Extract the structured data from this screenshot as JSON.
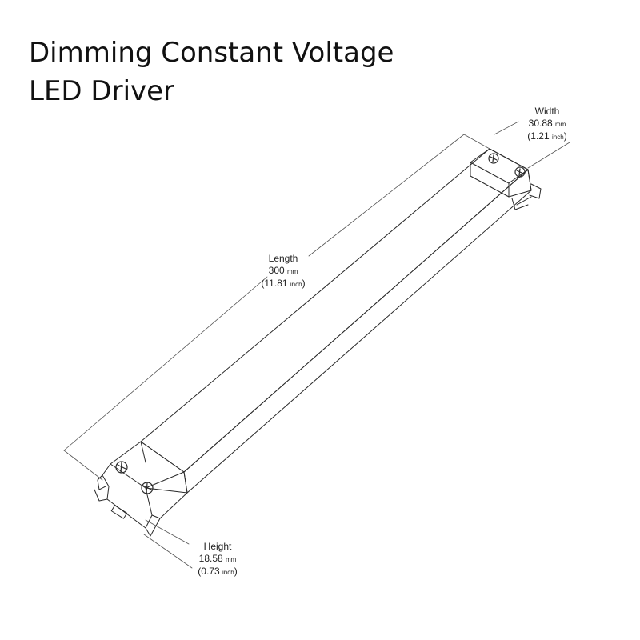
{
  "title": {
    "line1": "Dimming Constant Voltage",
    "line2": "LED Driver"
  },
  "dimensions": {
    "width": {
      "label": "Width",
      "value": "30.88",
      "unit": "mm",
      "alt_value": "(1.21",
      "alt_unit": "inch",
      "alt_close": ")"
    },
    "length": {
      "label": "Length",
      "value": "300",
      "unit": "mm",
      "alt_value": "(11.81",
      "alt_unit": "inch",
      "alt_close": ")"
    },
    "height": {
      "label": "Height",
      "value": "18.58",
      "unit": "mm",
      "alt_value": "(0.73",
      "alt_unit": "inch",
      "alt_close": ")"
    }
  },
  "colors": {
    "line": "#2a2a2a",
    "dimension_line": "#555555",
    "text": "#111111",
    "background": "#ffffff"
  }
}
